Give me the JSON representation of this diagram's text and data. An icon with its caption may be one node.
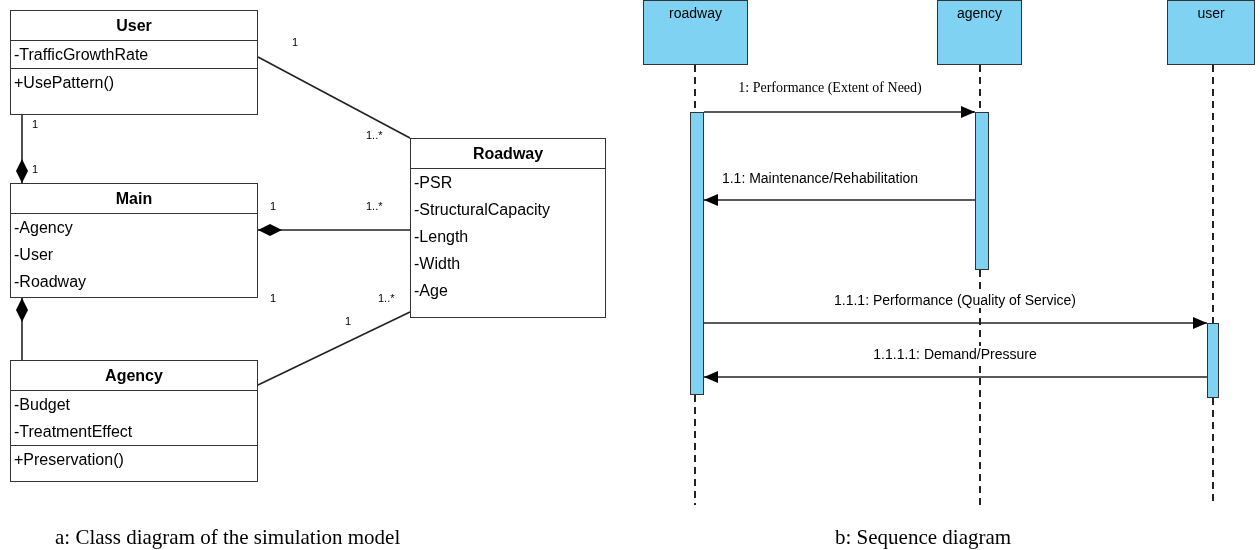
{
  "diagram": {
    "nodes": [
      {
        "text": [
          "User",
          "-TrafficGrowthRate",
          "+UsePattern()"
        ]
      },
      {
        "text": [
          "Main",
          "-Agency",
          "-User",
          "-Roadway"
        ]
      },
      {
        "text": [
          "Agency",
          "-Budget",
          "-TreatmentEffect",
          "+Preservation()"
        ]
      },
      {
        "text": [
          "Roadway",
          "-PSR",
          "-StructuralCapacity",
          "-Length",
          "-Width",
          "-Age"
        ]
      },
      {
        "text": [
          "roadway"
        ]
      },
      {
        "text": [
          "agency"
        ]
      },
      {
        "text": [
          "user"
        ]
      },
      {
        "text": [],
        "shape": "bar"
      },
      {
        "text": [],
        "shape": "bar"
      },
      {
        "text": [],
        "shape": "bar"
      }
    ],
    "edges": [
      {
        "from": 0,
        "to": 3,
        "arrow": "none"
      },
      {
        "from": 1,
        "to": 0,
        "arrow": "other"
      },
      {
        "from": 1,
        "to": 3,
        "arrow": "other"
      },
      {
        "from": 1,
        "to": 2,
        "arrow": "other"
      },
      {
        "from": 2,
        "to": 3,
        "arrow": "none"
      },
      {
        "from": 7,
        "to": 8,
        "arrow": "to",
        "label": "1: Performance (Extent of Need)"
      },
      {
        "from": 8,
        "to": 7,
        "arrow": "to",
        "label": "1.1: Maintenance/Rehabilitation"
      },
      {
        "from": 7,
        "to": 9,
        "arrow": "to",
        "label": "1.1.1: Performance (Quality of Service)"
      },
      {
        "from": 9,
        "to": 7,
        "arrow": "to",
        "label": "1.1.1.1: Demand/Pressure"
      },
      {
        "from": 4,
        "to": 7,
        "arrow": "none",
        "style": "dashed"
      },
      {
        "from": 5,
        "to": 8,
        "arrow": "none",
        "style": "dashed"
      },
      {
        "from": 6,
        "to": 9,
        "arrow": "none",
        "style": "dashed"
      }
    ],
    "labels": [
      "1",
      "1",
      "1..*",
      "1",
      "1",
      "1..*",
      "1",
      "1..*",
      "1",
      "a: Class diagram of the simulation model",
      "b: Sequence diagram"
    ]
  }
}
